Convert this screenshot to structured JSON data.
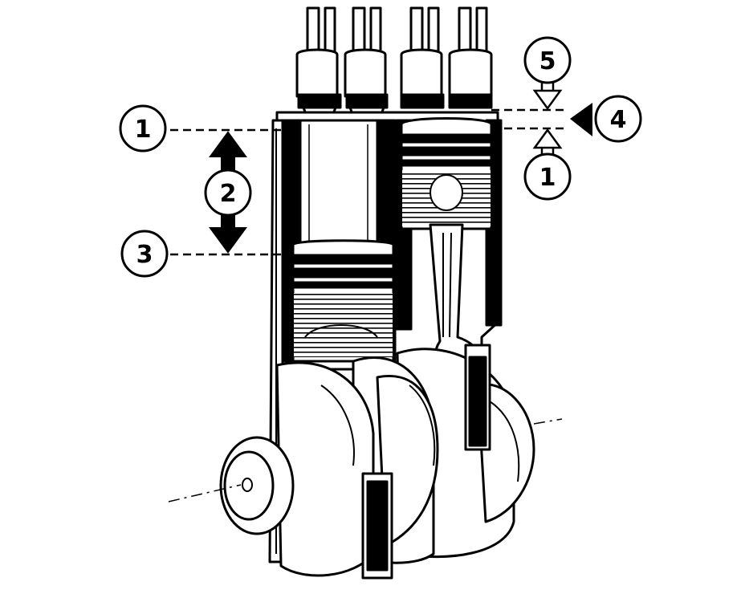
{
  "diagram": {
    "colors": {
      "ink": "#000000",
      "paper": "#ffffff"
    },
    "callouts": [
      {
        "id": "c1-left",
        "label": "1"
      },
      {
        "id": "c2",
        "label": "2"
      },
      {
        "id": "c3",
        "label": "3"
      },
      {
        "id": "c4",
        "label": "4"
      },
      {
        "id": "c5",
        "label": "5"
      },
      {
        "id": "c1-right",
        "label": "1"
      }
    ]
  }
}
